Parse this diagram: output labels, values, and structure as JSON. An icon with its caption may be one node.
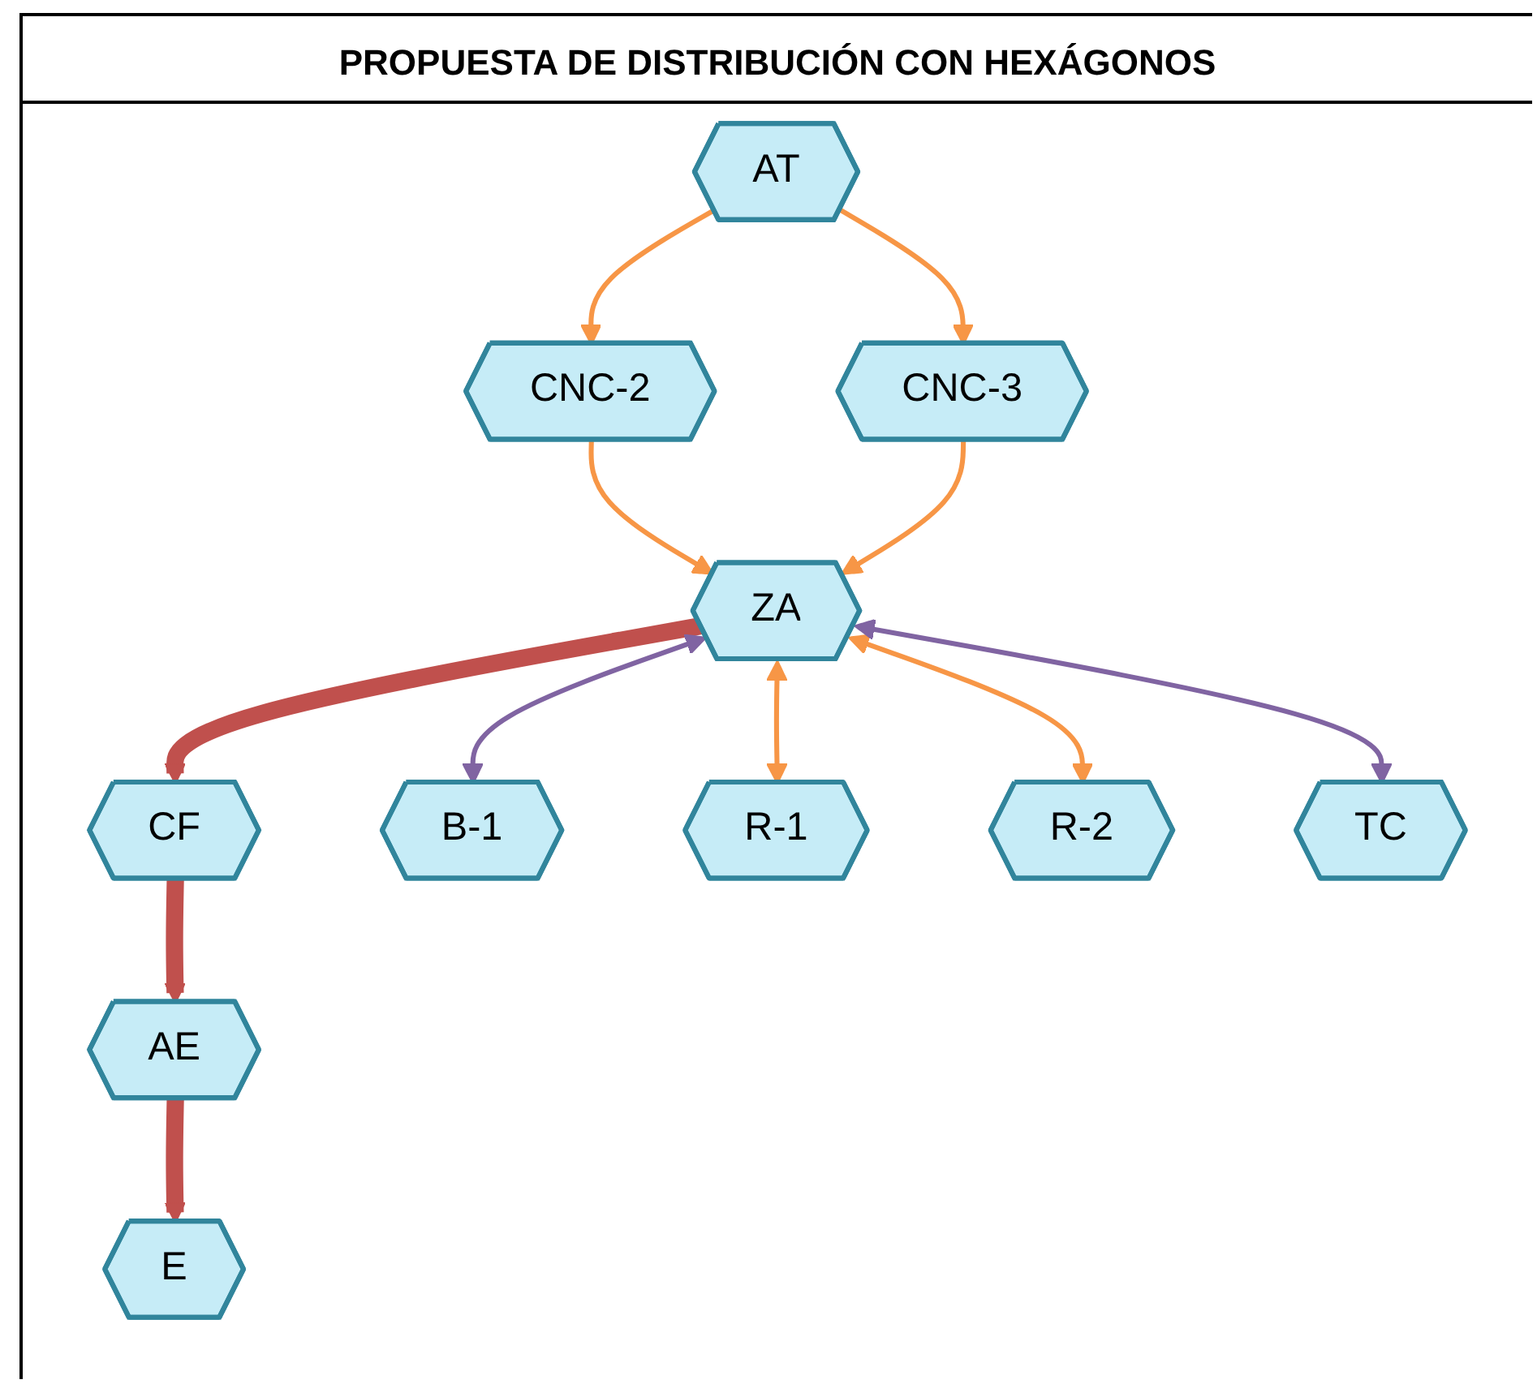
{
  "diagram": {
    "title": "PROPUESTA DE DISTRIBUCIÓN CON HEXÁGONOS",
    "nodes": [
      {
        "text": [
          "AT"
        ]
      },
      {
        "text": [
          "CNC-2"
        ]
      },
      {
        "text": [
          "CNC-3"
        ]
      },
      {
        "text": [
          "CF"
        ]
      },
      {
        "text": [
          "ZA"
        ]
      },
      {
        "text": [
          "AE"
        ]
      },
      {
        "text": [
          "B-1"
        ]
      },
      {
        "text": [
          "R-1"
        ]
      },
      {
        "text": [
          "R-2"
        ]
      },
      {
        "text": [
          "E"
        ]
      },
      {
        "text": [
          "TC"
        ]
      }
    ],
    "edges": [
      {
        "from": 0,
        "to": 1,
        "arrow": "to"
      },
      {
        "from": 0,
        "to": 2,
        "arrow": "to"
      },
      {
        "from": 1,
        "to": 4,
        "arrow": "to"
      },
      {
        "from": 2,
        "to": 4,
        "arrow": "to"
      },
      {
        "from": 4,
        "to": 3,
        "arrow": "to",
        "style": "thick",
        "color": "#c0504d"
      },
      {
        "from": 3,
        "to": 5,
        "arrow": "to",
        "style": "thick",
        "color": "#c0504d"
      },
      {
        "from": 5,
        "to": 9,
        "arrow": "to",
        "style": "thick",
        "color": "#c0504d"
      },
      {
        "from": 4,
        "to": 6,
        "arrow": "both",
        "color": "#8064a2"
      },
      {
        "from": 4,
        "to": 7,
        "arrow": "both"
      },
      {
        "from": 4,
        "to": 8,
        "arrow": "both"
      },
      {
        "from": 4,
        "to": 10,
        "arrow": "both",
        "color": "#8064a2"
      }
    ]
  }
}
